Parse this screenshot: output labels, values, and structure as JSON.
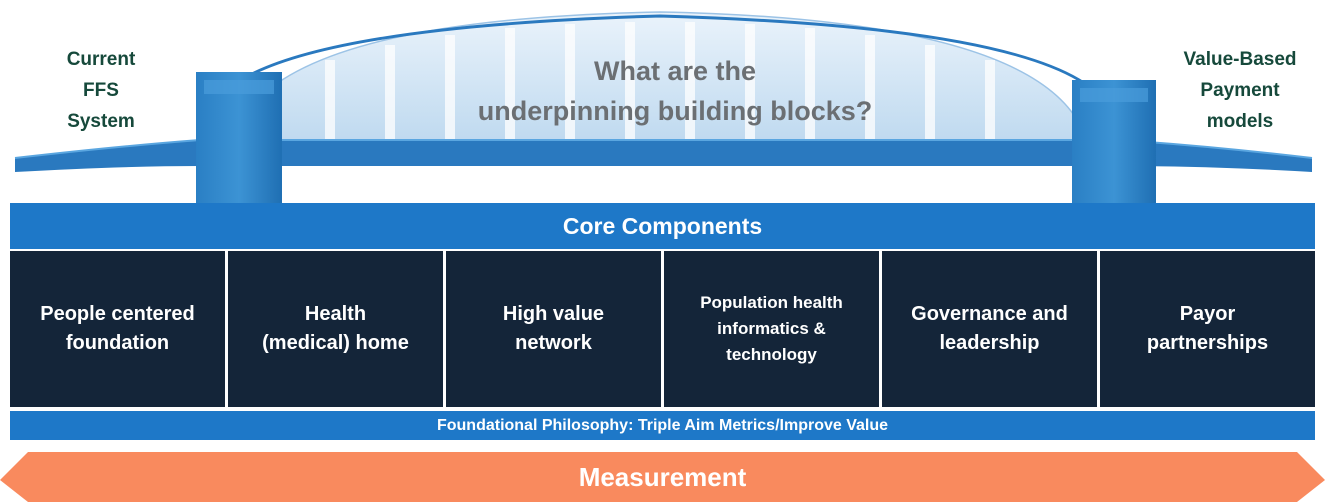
{
  "bridge": {
    "left_label": "Current\nFFS\nSystem",
    "right_label": "Value-Based\nPayment\nmodels",
    "question": "What are the\nunderpinning building blocks?"
  },
  "core": {
    "header": "Core Components",
    "components": [
      "People centered\nfoundation",
      "Health\n(medical) home",
      "High value\nnetwork",
      "Population health\ninformatics &\ntechnology",
      "Governance and\nleadership",
      "Payor\npartnerships"
    ]
  },
  "foundation": "Foundational Philosophy: Triple Aim Metrics/Improve Value",
  "measurement": "Measurement",
  "colors": {
    "blue": "#1e78c8",
    "navy": "#142539",
    "orange": "#f98a5e",
    "green_text": "#16493b"
  }
}
